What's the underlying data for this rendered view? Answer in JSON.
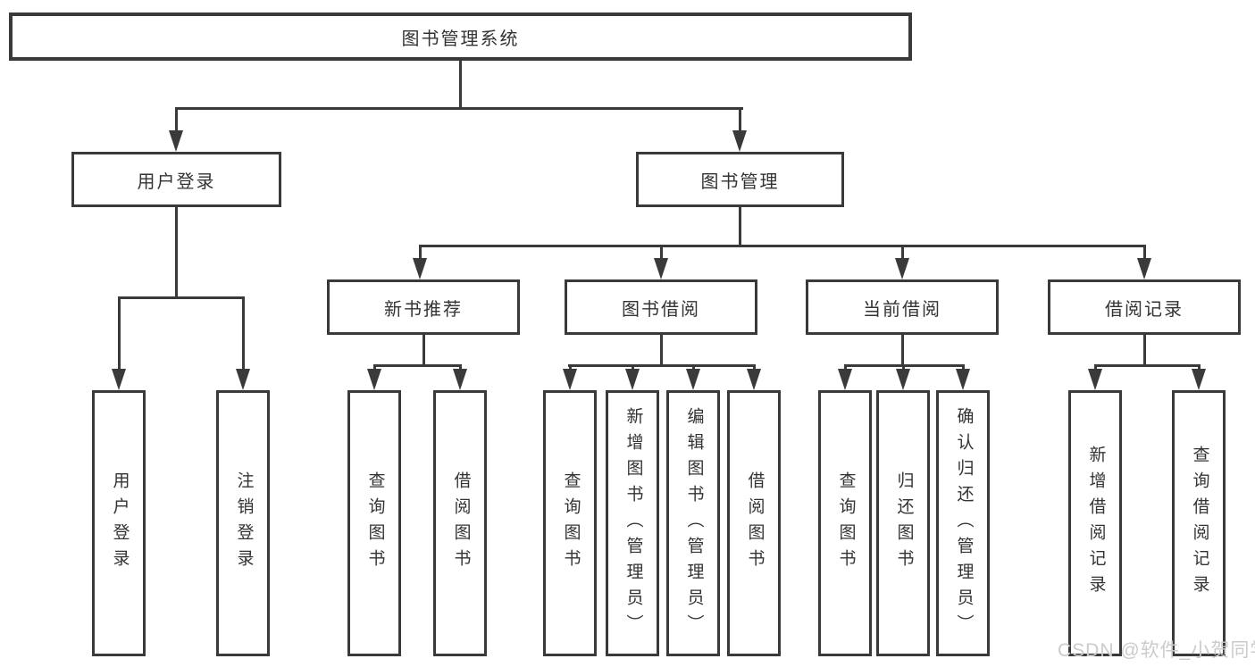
{
  "watermark": "CSDN @软件_小贺同学",
  "colors": {
    "line": "#3a3a3a",
    "text": "#333333",
    "background": "#ffffff",
    "watermark": "#cbcbcb"
  },
  "tree": {
    "root": {
      "label": "图书管理系统"
    },
    "user_login": {
      "label": "用户登录",
      "children": [
        {
          "label": "用户登录"
        },
        {
          "label": "注销登录"
        }
      ]
    },
    "book_mgmt": {
      "label": "图书管理",
      "sections": [
        {
          "label": "新书推荐",
          "children": [
            {
              "label": "查询图书"
            },
            {
              "label": "借阅图书"
            }
          ]
        },
        {
          "label": "图书借阅",
          "children": [
            {
              "label": "查询图书"
            },
            {
              "label": "新增图书（管理员）"
            },
            {
              "label": "编辑图书（管理员）"
            },
            {
              "label": "借阅图书"
            }
          ]
        },
        {
          "label": "当前借阅",
          "children": [
            {
              "label": "查询图书"
            },
            {
              "label": "归还图书"
            },
            {
              "label": "确认归还（管理员）"
            }
          ]
        },
        {
          "label": "借阅记录",
          "children": [
            {
              "label": "新增借阅记录"
            },
            {
              "label": "查询借阅记录"
            }
          ]
        }
      ]
    }
  }
}
